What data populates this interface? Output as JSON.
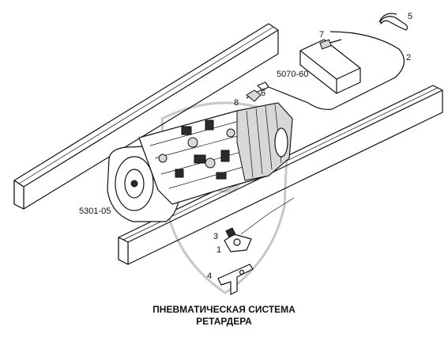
{
  "caption": {
    "line1": "ПНЕВМАТИЧЕСКАЯ СИСТЕМА",
    "line2": "РЕТАРДЕРА"
  },
  "callouts": {
    "n1": "1",
    "n2": "2",
    "n3": "3",
    "n4": "4",
    "n5": "5",
    "n6": "6",
    "n7": "7",
    "n8": "8"
  },
  "references": {
    "gearbox": "5301-05",
    "retarder_unit": "5070-60"
  },
  "colors": {
    "line": "#111111",
    "watermark": "#c8c8c8",
    "background": "#ffffff"
  }
}
